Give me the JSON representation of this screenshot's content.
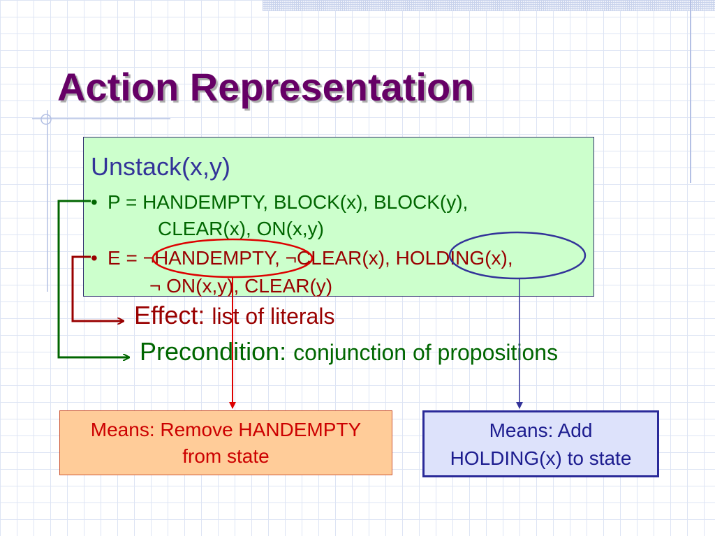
{
  "slide": {
    "title": "Action Representation",
    "action_name": "Unstack(x,y)",
    "precondition_line1": "P = HANDEMPTY, BLOCK(x), BLOCK(y),",
    "precondition_line2": "CLEAR(x), ON(x,y)",
    "effect_line1": "E = ¬HANDEMPTY, ¬CLEAR(x), HOLDING(x),",
    "effect_line2": "¬ ON(x,y), CLEAR(y)",
    "effect_label": "Effect:",
    "effect_desc": "list of literals",
    "precondition_label": "Precondition:",
    "precondition_desc": "conjunction of propositions",
    "means_remove_line1": "Means: Remove HANDEMPTY",
    "means_remove_line2": "from state",
    "means_add_line1": "Means: Add",
    "means_add_line2": "HOLDING(x) to state"
  },
  "colors": {
    "title": "#660066",
    "action_box_bg": "#ccffcc",
    "precondition": "#006600",
    "effect": "#990000",
    "highlight_red": "#cc0000",
    "highlight_blue": "#333399",
    "means_remove_bg": "#ffcc99",
    "means_add_bg": "#dde2fb"
  }
}
